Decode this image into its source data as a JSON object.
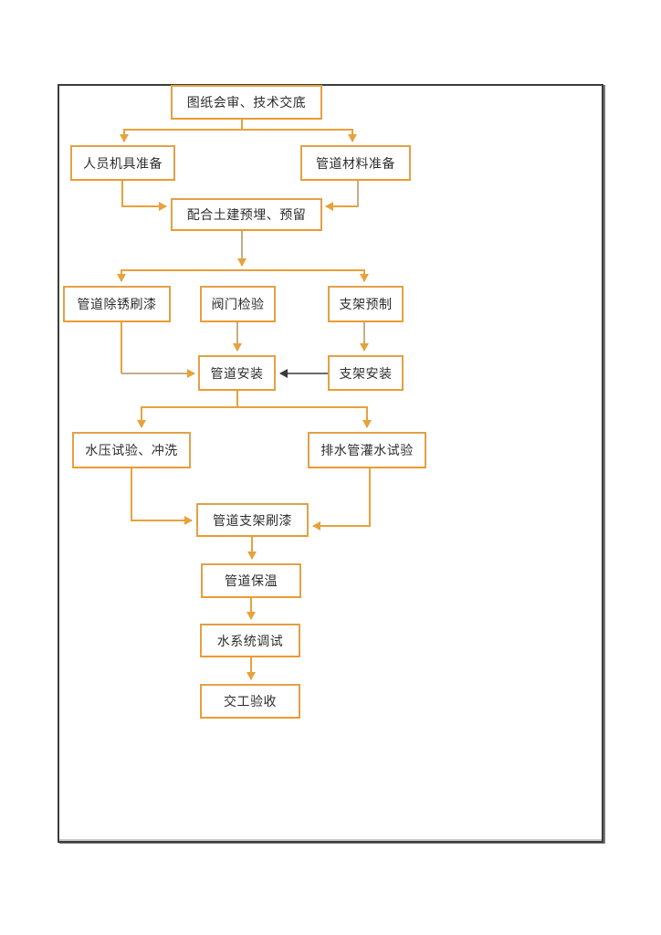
{
  "colors": {
    "arrow_orange": "#e8a23b",
    "arrow_tan": "#c6ac86",
    "arrow_black": "#3a3a3a",
    "box_border_orange": "#e2a147",
    "frame_border_dark": "#3c3c3c",
    "text": "#2d2d2d"
  },
  "flowchart": {
    "nodes": [
      {
        "id": "n1",
        "label": "图纸会审、技术交底"
      },
      {
        "id": "n2",
        "label": "人员机具准备"
      },
      {
        "id": "n3",
        "label": "管道材料准备"
      },
      {
        "id": "n4",
        "label": "配合土建预埋、预留"
      },
      {
        "id": "n5",
        "label": "管道除锈刷漆"
      },
      {
        "id": "n6",
        "label": "阀门检验"
      },
      {
        "id": "n7",
        "label": "支架预制"
      },
      {
        "id": "n8",
        "label": "管道安装"
      },
      {
        "id": "n9",
        "label": "支架安装"
      },
      {
        "id": "n10",
        "label": "水压试验、冲洗"
      },
      {
        "id": "n11",
        "label": "排水管灌水试验"
      },
      {
        "id": "n12",
        "label": "管道支架刷漆"
      },
      {
        "id": "n13",
        "label": "管道保温"
      },
      {
        "id": "n14",
        "label": "水系统调试"
      },
      {
        "id": "n15",
        "label": "交工验收"
      }
    ],
    "edges": [
      {
        "from": "n1",
        "to": "n2"
      },
      {
        "from": "n1",
        "to": "n3"
      },
      {
        "from": "n2",
        "to": "n4"
      },
      {
        "from": "n3",
        "to": "n4"
      },
      {
        "from": "n4",
        "to": "n5"
      },
      {
        "from": "n4",
        "to": "n6"
      },
      {
        "from": "n4",
        "to": "n7"
      },
      {
        "from": "n5",
        "to": "n8"
      },
      {
        "from": "n6",
        "to": "n8"
      },
      {
        "from": "n7",
        "to": "n9"
      },
      {
        "from": "n9",
        "to": "n8"
      },
      {
        "from": "n8",
        "to": "n10"
      },
      {
        "from": "n8",
        "to": "n11"
      },
      {
        "from": "n10",
        "to": "n12"
      },
      {
        "from": "n11",
        "to": "n12"
      },
      {
        "from": "n12",
        "to": "n13"
      },
      {
        "from": "n13",
        "to": "n14"
      },
      {
        "from": "n14",
        "to": "n15"
      }
    ]
  }
}
